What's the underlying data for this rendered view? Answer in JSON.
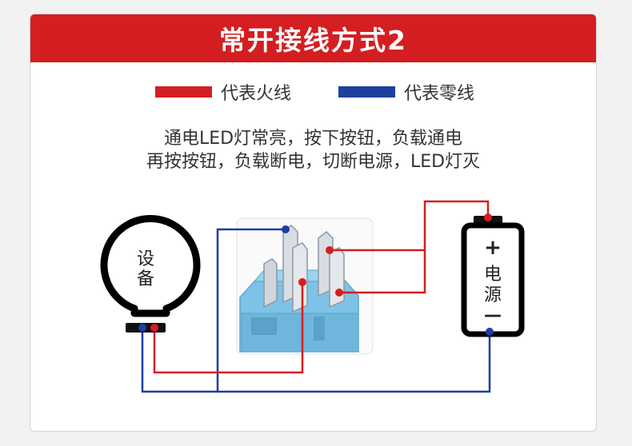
{
  "title": "常开接线方式2",
  "legend": [
    {
      "label": "代表火线",
      "color": "#d41e21"
    },
    {
      "label": "代表零线",
      "color": "#1d3fa0"
    }
  ],
  "description": [
    "通电LED灯常亮，按下按钮，负载通电",
    "再按按钮，负载断电，切断电源，LED灯灭"
  ],
  "device": {
    "label_line1": "设",
    "label_line2": "备"
  },
  "power": {
    "plus": "+",
    "label_line1": "电",
    "label_line2": "源",
    "minus": "—"
  },
  "colors": {
    "accent": "#d41e21",
    "live": "#d41e21",
    "neutral": "#1d3fa0",
    "switch_body": "#7ec3e6"
  }
}
